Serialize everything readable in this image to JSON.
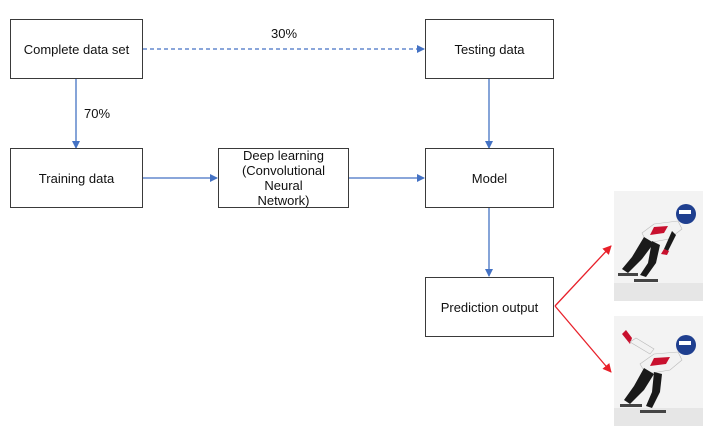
{
  "nodes": {
    "complete_data_set": "Complete data set",
    "testing_data": "Testing data",
    "training_data": "Training data",
    "deep_learning_line1": "Deep learning",
    "deep_learning_line2": "(Convolutional Neural",
    "deep_learning_line3": "Network)",
    "model": "Model",
    "prediction_output": "Prediction output"
  },
  "edges": {
    "test_split_label": "30%",
    "train_split_label": "70%"
  },
  "colors": {
    "flow_arrow": "#4472c4",
    "output_arrow": "#e8202a",
    "box_border": "#3a3a3a",
    "helmet": "#1f3f8f",
    "suit_white": "#f2f2f2",
    "suit_dark": "#1a1a1a",
    "suit_red": "#c8102e"
  },
  "images": [
    {
      "name": "skater-photo-top",
      "subject": "short-track speed skater crouching"
    },
    {
      "name": "skater-photo-bottom",
      "subject": "short-track speed skater leaning"
    }
  ]
}
